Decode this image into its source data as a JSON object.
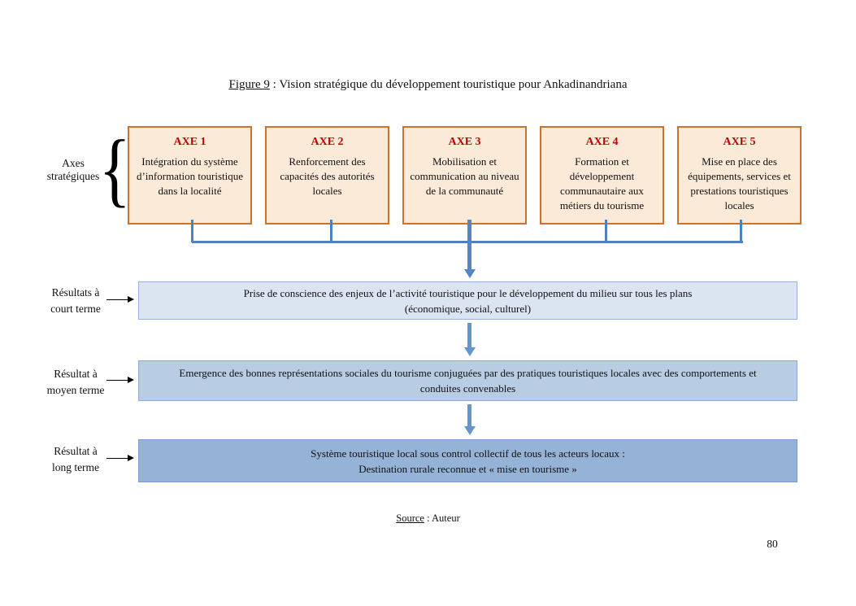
{
  "title": {
    "figure_label": "Figure 9",
    "text": " : Vision stratégique du développement touristique pour Ankadinandriana"
  },
  "axes": {
    "label_line1": "Axes",
    "label_line2": "stratégiques",
    "brace_glyph": "{",
    "items": [
      {
        "heading": "AXE 1",
        "body": "Intégration du système d’information touristique dans la localité"
      },
      {
        "heading": "AXE 2",
        "body": "Renforcement des capacités des autorités locales"
      },
      {
        "heading": "AXE 3",
        "body": "Mobilisation et communication au niveau de la communauté"
      },
      {
        "heading": "AXE 4",
        "body": "Formation et développement communautaire aux métiers du tourisme"
      },
      {
        "heading": "AXE 5",
        "body": "Mise en place des équipements, services et prestations touristiques locales"
      }
    ]
  },
  "results": [
    {
      "label_line1": "Résultats à",
      "label_line2": "court terme",
      "line1": "Prise de conscience des enjeux de l’activité touristique pour le développement du milieu sur tous les plans",
      "line2": "(économique, social, culturel)"
    },
    {
      "label_line1": "Résultat à",
      "label_line2": "moyen terme",
      "line1": "Emergence des bonnes représentations sociales du tourisme conjuguées par des pratiques touristiques locales avec des comportements et",
      "line2": "conduites convenables"
    },
    {
      "label_line1": "Résultat à",
      "label_line2": "long terme",
      "line1": "Système touristique local sous control collectif de tous les acteurs locaux :",
      "line2": "Destination rurale reconnue et « mise en tourisme »"
    }
  ],
  "source": {
    "label": "Source",
    "text": " : Auteur"
  },
  "page_number": "80",
  "colors": {
    "axe_box_fill": "#fcead8",
    "axe_box_border": "#c9732f",
    "axe_heading": "#c00000",
    "connector_blue": "#4f81bd",
    "arrow_blue": "#6695cd",
    "result_box_1_fill": "#dbe5f1",
    "result_box_2_fill": "#b8cce4",
    "result_box_3_fill": "#95b3d7",
    "result_box_border": "#95b3d7"
  }
}
